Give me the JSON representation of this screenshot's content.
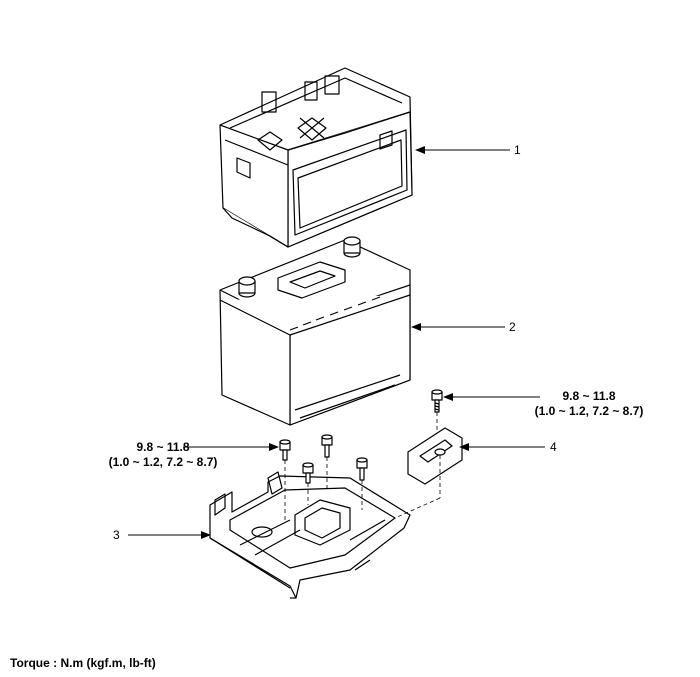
{
  "callouts": [
    "1",
    "2",
    "3",
    "4"
  ],
  "torque_right": {
    "line1": "9.8 ~ 11.8",
    "line2": "(1.0 ~ 1.2, 7.2 ~ 8.7)"
  },
  "torque_left": {
    "line1": "9.8 ~ 11.8",
    "line2": "(1.0 ~ 1.2, 7.2 ~ 8.7)"
  },
  "footer": "Torque : N.m (kgf.m, lb-ft)"
}
